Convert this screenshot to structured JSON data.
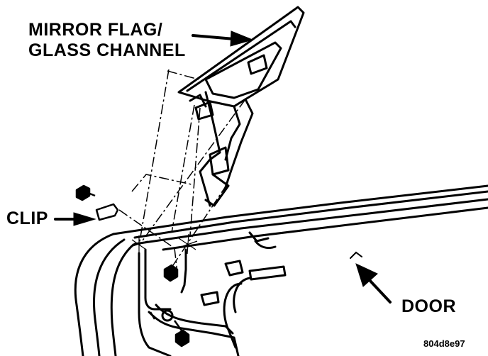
{
  "labels": {
    "mirror_flag_line1": "MIRROR FLAG/",
    "mirror_flag_line2": "GLASS CHANNEL",
    "clip": "CLIP",
    "door": "DOOR"
  },
  "figure_id": "804d8e97",
  "colors": {
    "ink": "#000000",
    "background": "#ffffff"
  }
}
